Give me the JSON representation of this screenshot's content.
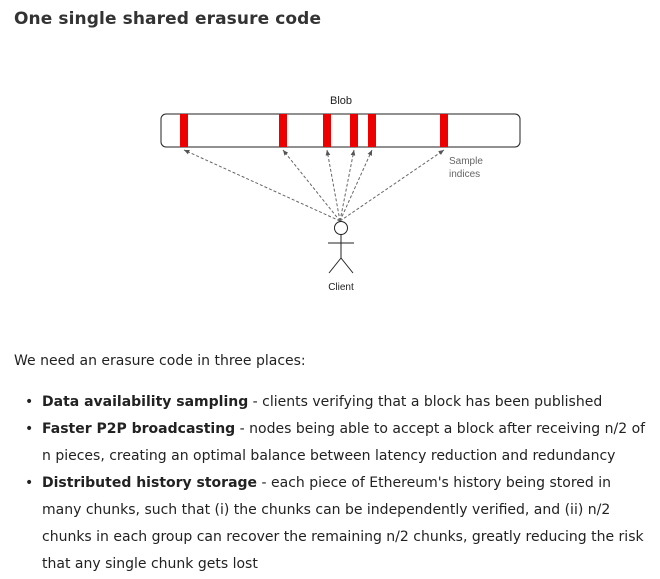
{
  "title": "One single shared erasure code",
  "diagram": {
    "blob_label": "Blob",
    "sample_label_line1": "Sample",
    "sample_label_line2": "indices",
    "client_label": "Client",
    "blob_color": "#ee0000"
  },
  "intro": "We need an erasure code in three places:",
  "points": [
    {
      "heading": "Data availability sampling",
      "text": " - clients verifying that a block has been published"
    },
    {
      "heading": "Faster P2P broadcasting",
      "text": " - nodes being able to accept a block after receiving n/2 of n pieces, creating an optimal balance between latency reduction and redundancy"
    },
    {
      "heading": "Distributed history storage",
      "text": " - each piece of Ethereum's history being stored in many chunks, such that (i) the chunks can be independently verified, and (ii) n/2 chunks in each group can recover the remaining n/2 chunks, greatly reducing the risk that any single chunk gets lost"
    }
  ]
}
